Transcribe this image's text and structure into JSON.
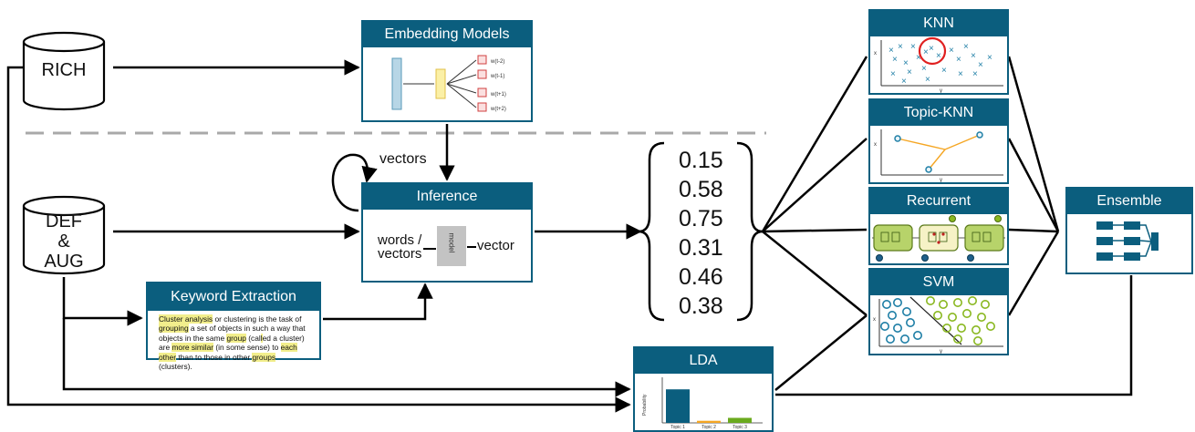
{
  "sources": {
    "rich": "RICH",
    "def_lines": [
      "DEF",
      "&",
      "AUG"
    ]
  },
  "boxes": {
    "embedding": "Embedding Models",
    "inference": "Inference",
    "keyword": "Keyword Extraction",
    "lda": "LDA",
    "knn": "KNN",
    "topic_knn": "Topic-KNN",
    "recurrent": "Recurrent",
    "svm": "SVM",
    "ensemble": "Ensemble"
  },
  "embedding_outputs": [
    "w(t-2)",
    "w(t-1)",
    "w(t+1)",
    "w(t+2)"
  ],
  "inference": {
    "input_line1": "words /",
    "input_line2": "vectors",
    "model_label": "model",
    "output": "vector"
  },
  "loop_label": "vectors",
  "keyword_text": [
    {
      "t": "Cluster analysis",
      "h": true
    },
    {
      "t": " or clustering is the task of ",
      "h": false
    },
    {
      "t": "grouping",
      "h": true
    },
    {
      "t": " a set of objects in such a way that objects in the same ",
      "h": false
    },
    {
      "t": "group",
      "h": true
    },
    {
      "t": " (cal",
      "h": false
    },
    {
      "t": "l",
      "h": true
    },
    {
      "t": "ed a cluster) are ",
      "h": false
    },
    {
      "t": "more similar",
      "h": true
    },
    {
      "t": " (in some sense) to ",
      "h": false
    },
    {
      "t": "each other",
      "h": true
    },
    {
      "t": " than to those in other ",
      "h": false
    },
    {
      "t": "groups",
      "h": true
    },
    {
      "t": " (clusters).",
      "h": false
    }
  ],
  "vector_values": [
    "0.15",
    "0.58",
    "0.75",
    "0.31",
    "0.46",
    "0.38"
  ],
  "lda_chart": {
    "ylabel": "Probability",
    "categories": [
      "Topic 1",
      "Topic 2",
      "Topic 3"
    ],
    "values": [
      0.8,
      0.05,
      0.12
    ],
    "colors": [
      "#0b5e7e",
      "#f5a623",
      "#6aaa1e"
    ]
  },
  "axis_labels": {
    "x": "x",
    "y": "y"
  },
  "colors": {
    "accent": "#0b5e7e",
    "teal": "#1f7fa6",
    "orange": "#f5a623",
    "green": "#8ab821"
  }
}
